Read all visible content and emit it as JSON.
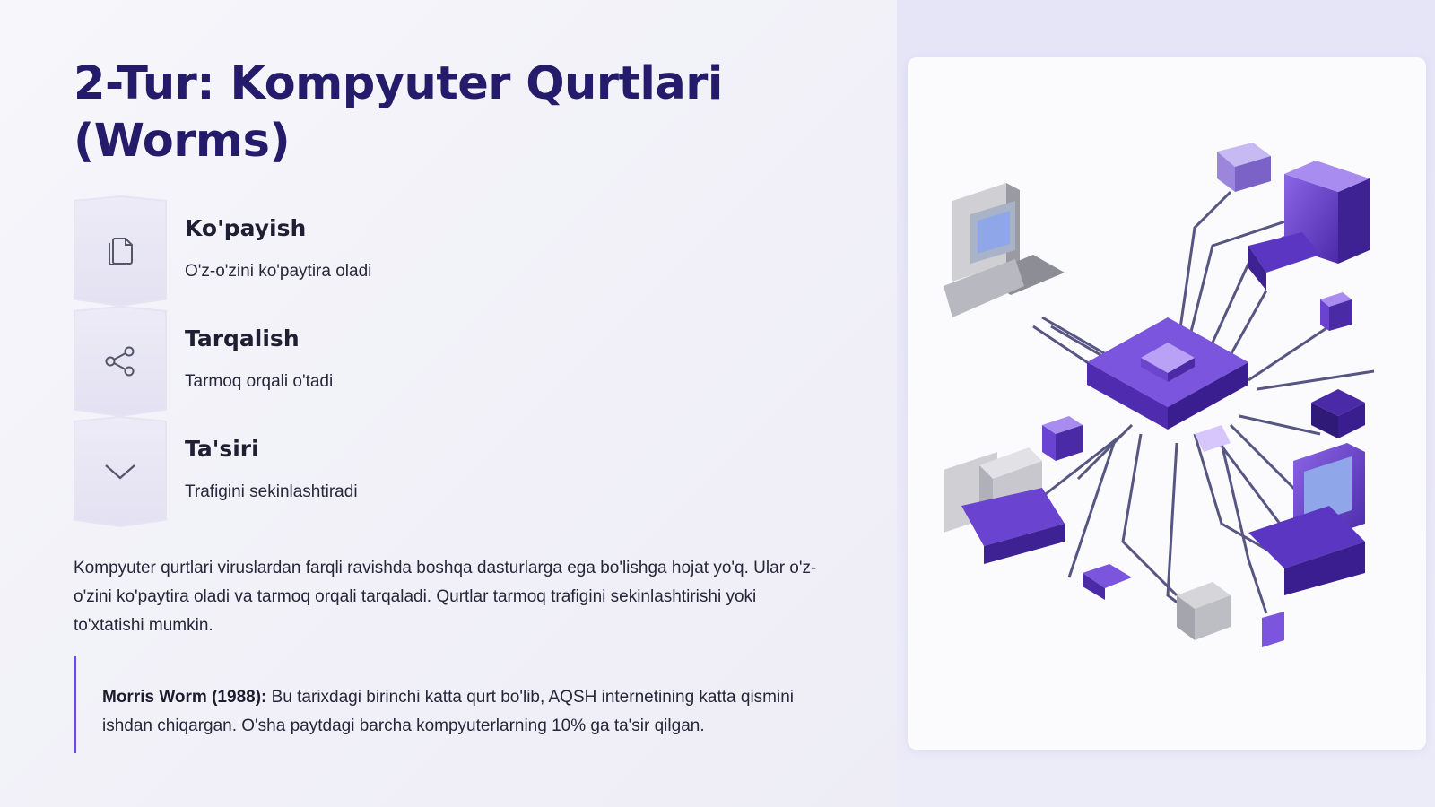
{
  "slide": {
    "title": "2-Tur: Kompyuter Qurtlari (Worms)"
  },
  "features": [
    {
      "title": "Ko'payish",
      "description": "O'z-o'zini ko'paytira oladi",
      "icon": "copy-icon"
    },
    {
      "title": "Tarqalish",
      "description": "Tarmoq orqali o'tadi",
      "icon": "share-network-icon"
    },
    {
      "title": "Ta'siri",
      "description": "Trafigini sekinlashtiradi",
      "icon": "chevron-down-icon"
    }
  ],
  "body_text": "Kompyuter qurtlari viruslardan farqli ravishda boshqa dasturlarga ega bo'lishga hojat yo'q. Ular o'z-o'zini ko'paytira oladi va tarmoq orqali tarqaladi. Qurtlar tarmoq trafigini sekinlashtirishi yoki to'xtatishi mumkin.",
  "quote": {
    "label": "Morris Worm (1988):",
    "text": " Bu tarixdagi birinchi katta qurt bo'lib, AQSH internetining katta qismini ishdan chiqargan. O'sha paytdagi barcha kompyuterlarning 10% ga ta'sir qilgan."
  },
  "colors": {
    "title": "#241b6b",
    "accent": "#6b4fc9",
    "illustration_primary": "#6a3fd0",
    "illustration_secondary": "#a98bf0"
  }
}
